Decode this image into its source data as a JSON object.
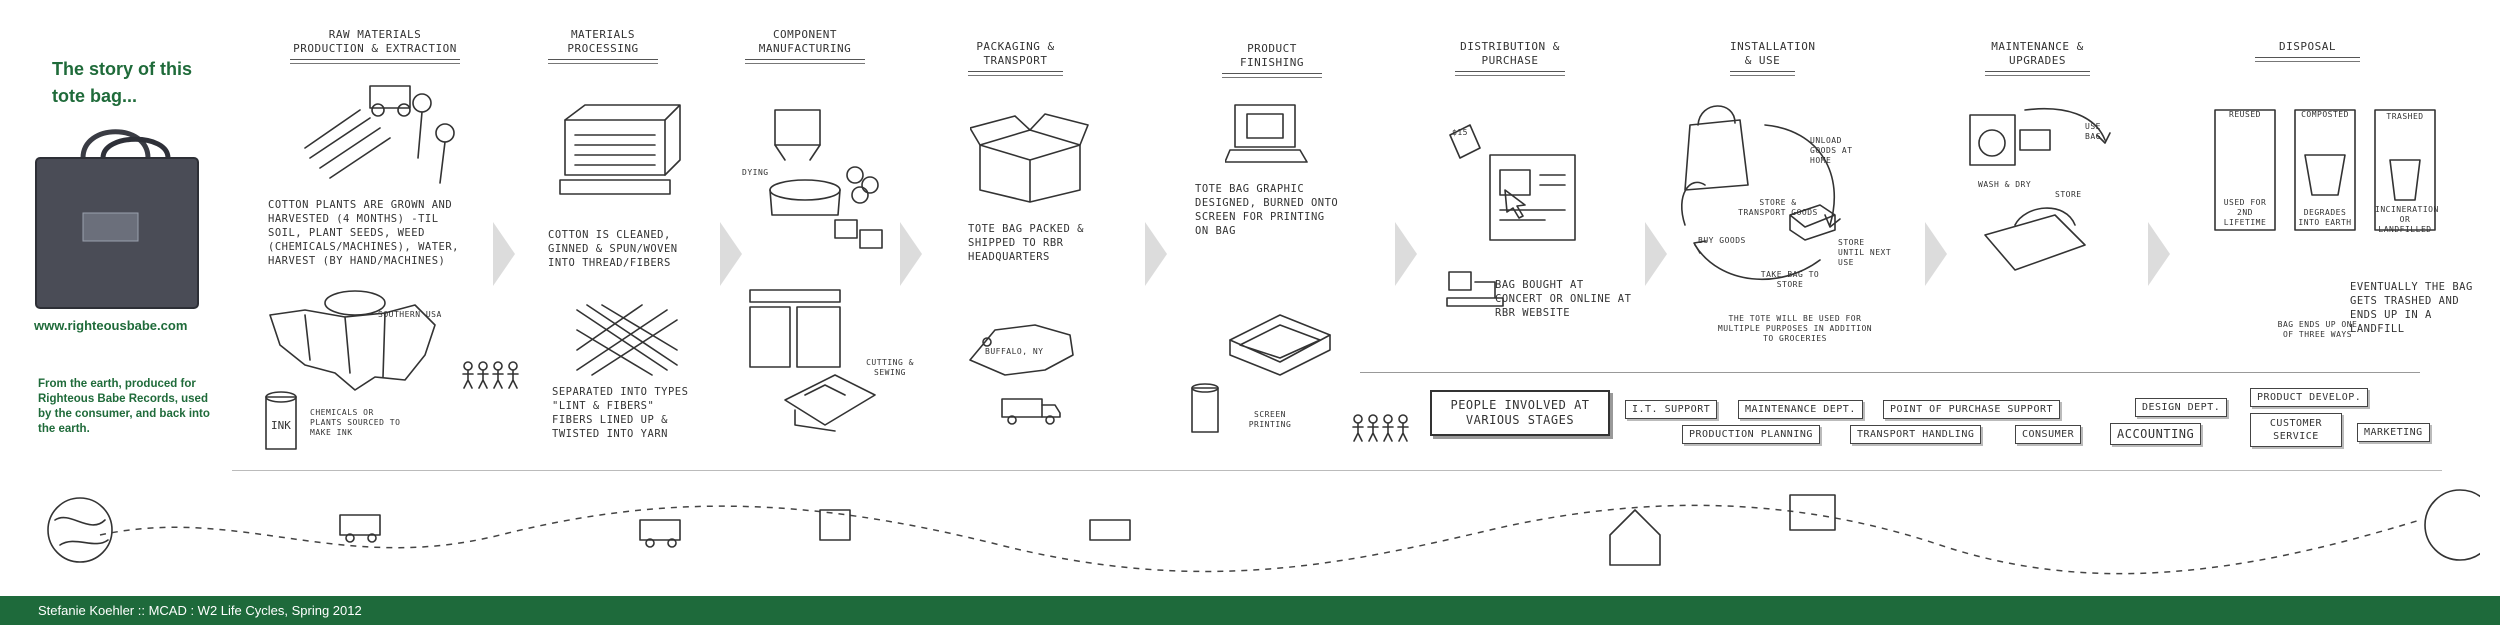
{
  "intro": {
    "title": "The story of this tote bag...",
    "website": "www.righteousbabe.com",
    "tagline": "From the earth, produced for Righteous Babe Records, used by the consumer, and back into the earth."
  },
  "stages": [
    {
      "heading": "Raw Materials Production & Extraction",
      "text": "Cotton plants are grown and harvested (4 months) -Til soil, plant seeds, weed (chemicals/machines), water, harvest (by hand/machines)",
      "notes": [
        "Southern USA",
        "Chemicals or plants sourced to make ink"
      ]
    },
    {
      "heading": "Materials Processing",
      "text": "Cotton is cleaned, ginned & spun/woven into thread/fibers",
      "notes": [
        "Separated into types \"lint & fibers\" fibers lined up & twisted into yarn"
      ]
    },
    {
      "heading": "Component Manufacturing",
      "text": "",
      "notes": [
        "Dying",
        "Cutting & sewing"
      ]
    },
    {
      "heading": "Packaging & Transport",
      "text": "Tote bag packed & shipped to RBR headquarters",
      "notes": [
        "Buffalo, NY"
      ]
    },
    {
      "heading": "Product Finishing",
      "text": "Tote bag graphic designed, burned onto screen for printing on bag",
      "notes": [
        "Screen printing"
      ]
    },
    {
      "heading": "Distribution & Purchase",
      "text": "Bag bought at concert or online at RBR website",
      "notes": [
        "$15"
      ]
    },
    {
      "heading": "Installation & Use",
      "text": "The tote will be used for multiple purposes in addition to groceries",
      "notes": [
        "Unload goods at home",
        "Store & transport goods",
        "Store until next use",
        "Take bag to store",
        "Buy goods"
      ]
    },
    {
      "heading": "Maintenance & Upgrades",
      "text": "",
      "notes": [
        "Wash & dry",
        "Use bag",
        "Store"
      ]
    },
    {
      "heading": "Disposal",
      "text": "Eventually the bag gets trashed and ends up in a landfill",
      "notes": [
        "Reused",
        "Composted",
        "Trashed",
        "Used for 2nd lifetime",
        "Degrades into earth",
        "Incineration or landfilled",
        "Bag ends up one of three ways"
      ]
    }
  ],
  "people": {
    "box": "People involved at various stages",
    "roles": [
      "I.T. Support",
      "Maintenance Dept.",
      "Point of Purchase Support",
      "Design Dept.",
      "Product Develop.",
      "Production Planning",
      "Transport Handling",
      "Consumer",
      "Accounting",
      "Customer Service",
      "Marketing"
    ]
  },
  "footer": "Stefanie Koehler :: MCAD : W2 Life Cycles, Spring 2012"
}
